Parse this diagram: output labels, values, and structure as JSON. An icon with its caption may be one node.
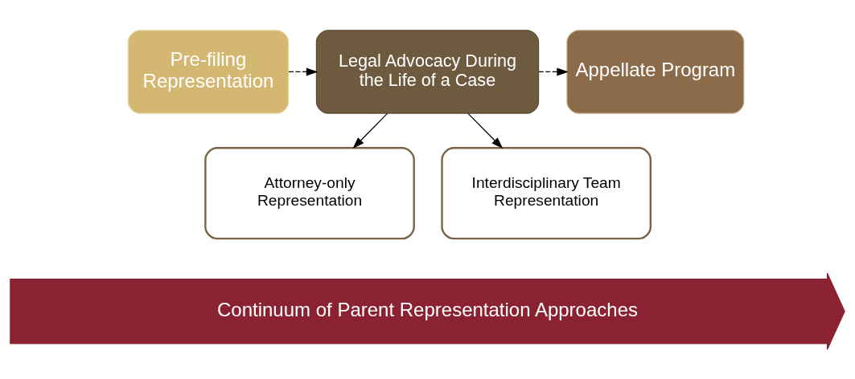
{
  "diagram": {
    "nodes": [
      {
        "text": [
          "Pre-filing Representation"
        ]
      },
      {
        "text": [
          "Legal Advocacy During the Life of a Case"
        ]
      },
      {
        "text": [
          "Appellate Program"
        ]
      },
      {
        "text": [
          "Attorney-only Representation"
        ]
      },
      {
        "text": [
          "Interdisciplinary Team Representation"
        ]
      },
      {
        "text": [
          "Continuum of Parent Representation Approaches"
        ]
      }
    ],
    "edges": [
      {
        "from": 0,
        "to": 1,
        "arrow": "to",
        "style": "dashed"
      },
      {
        "from": 1,
        "to": 2,
        "arrow": "to",
        "style": "dashed"
      },
      {
        "from": 1,
        "to": 3,
        "arrow": "to"
      },
      {
        "from": 1,
        "to": 4,
        "arrow": "to"
      }
    ]
  }
}
